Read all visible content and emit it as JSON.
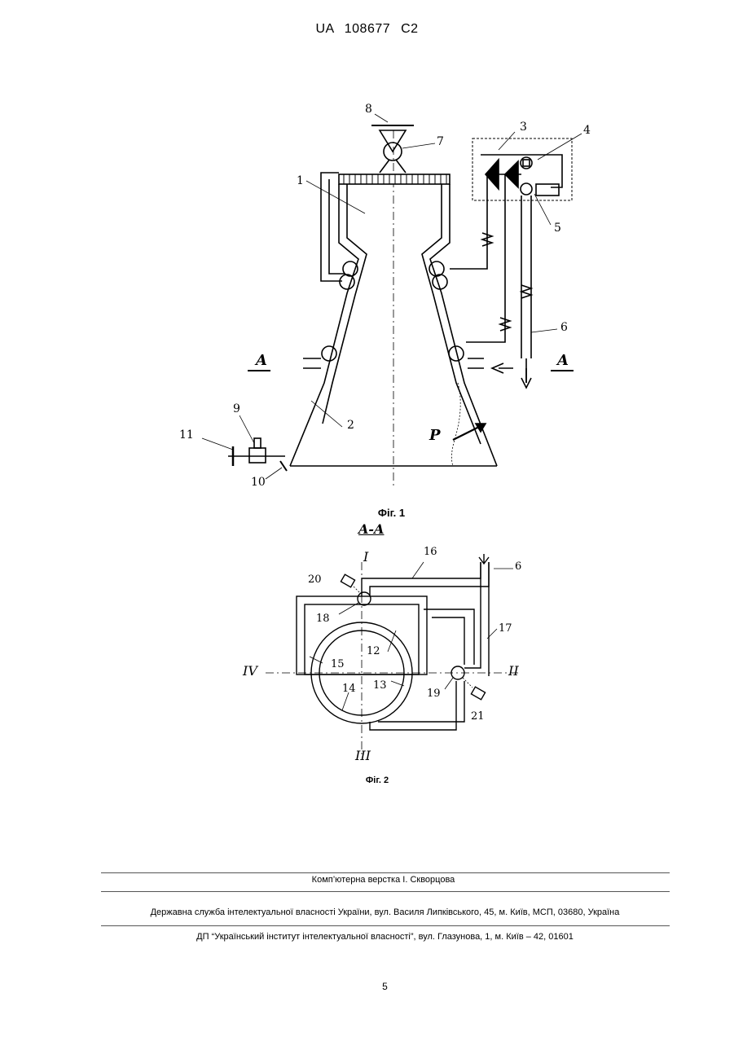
{
  "header": {
    "doc_id": "UA   108677   C2"
  },
  "fig1": {
    "caption": "Фіг. 1",
    "labels": [
      "1",
      "2",
      "3",
      "4",
      "5",
      "6",
      "7",
      "8",
      "9",
      "10",
      "11"
    ],
    "section_mark": "A",
    "force_label": "P"
  },
  "fig2": {
    "caption": "Фіг. 2",
    "section_title": "A-A",
    "roman": [
      "I",
      "II",
      "III",
      "IV"
    ],
    "labels": [
      "6",
      "12",
      "13",
      "14",
      "15",
      "16",
      "17",
      "18",
      "19",
      "20",
      "21"
    ]
  },
  "footer": {
    "composer": "Комп’ютерна верстка І. Скворцова",
    "agency": "Державна служба інтелектуальної власності України, вул. Василя Липківського, 45, м. Київ, МСП, 03680, Україна",
    "publisher": "ДП “Український інститут інтелектуальної власності”, вул. Глазунова, 1, м. Київ – 42, 01601"
  },
  "page_number": "5"
}
